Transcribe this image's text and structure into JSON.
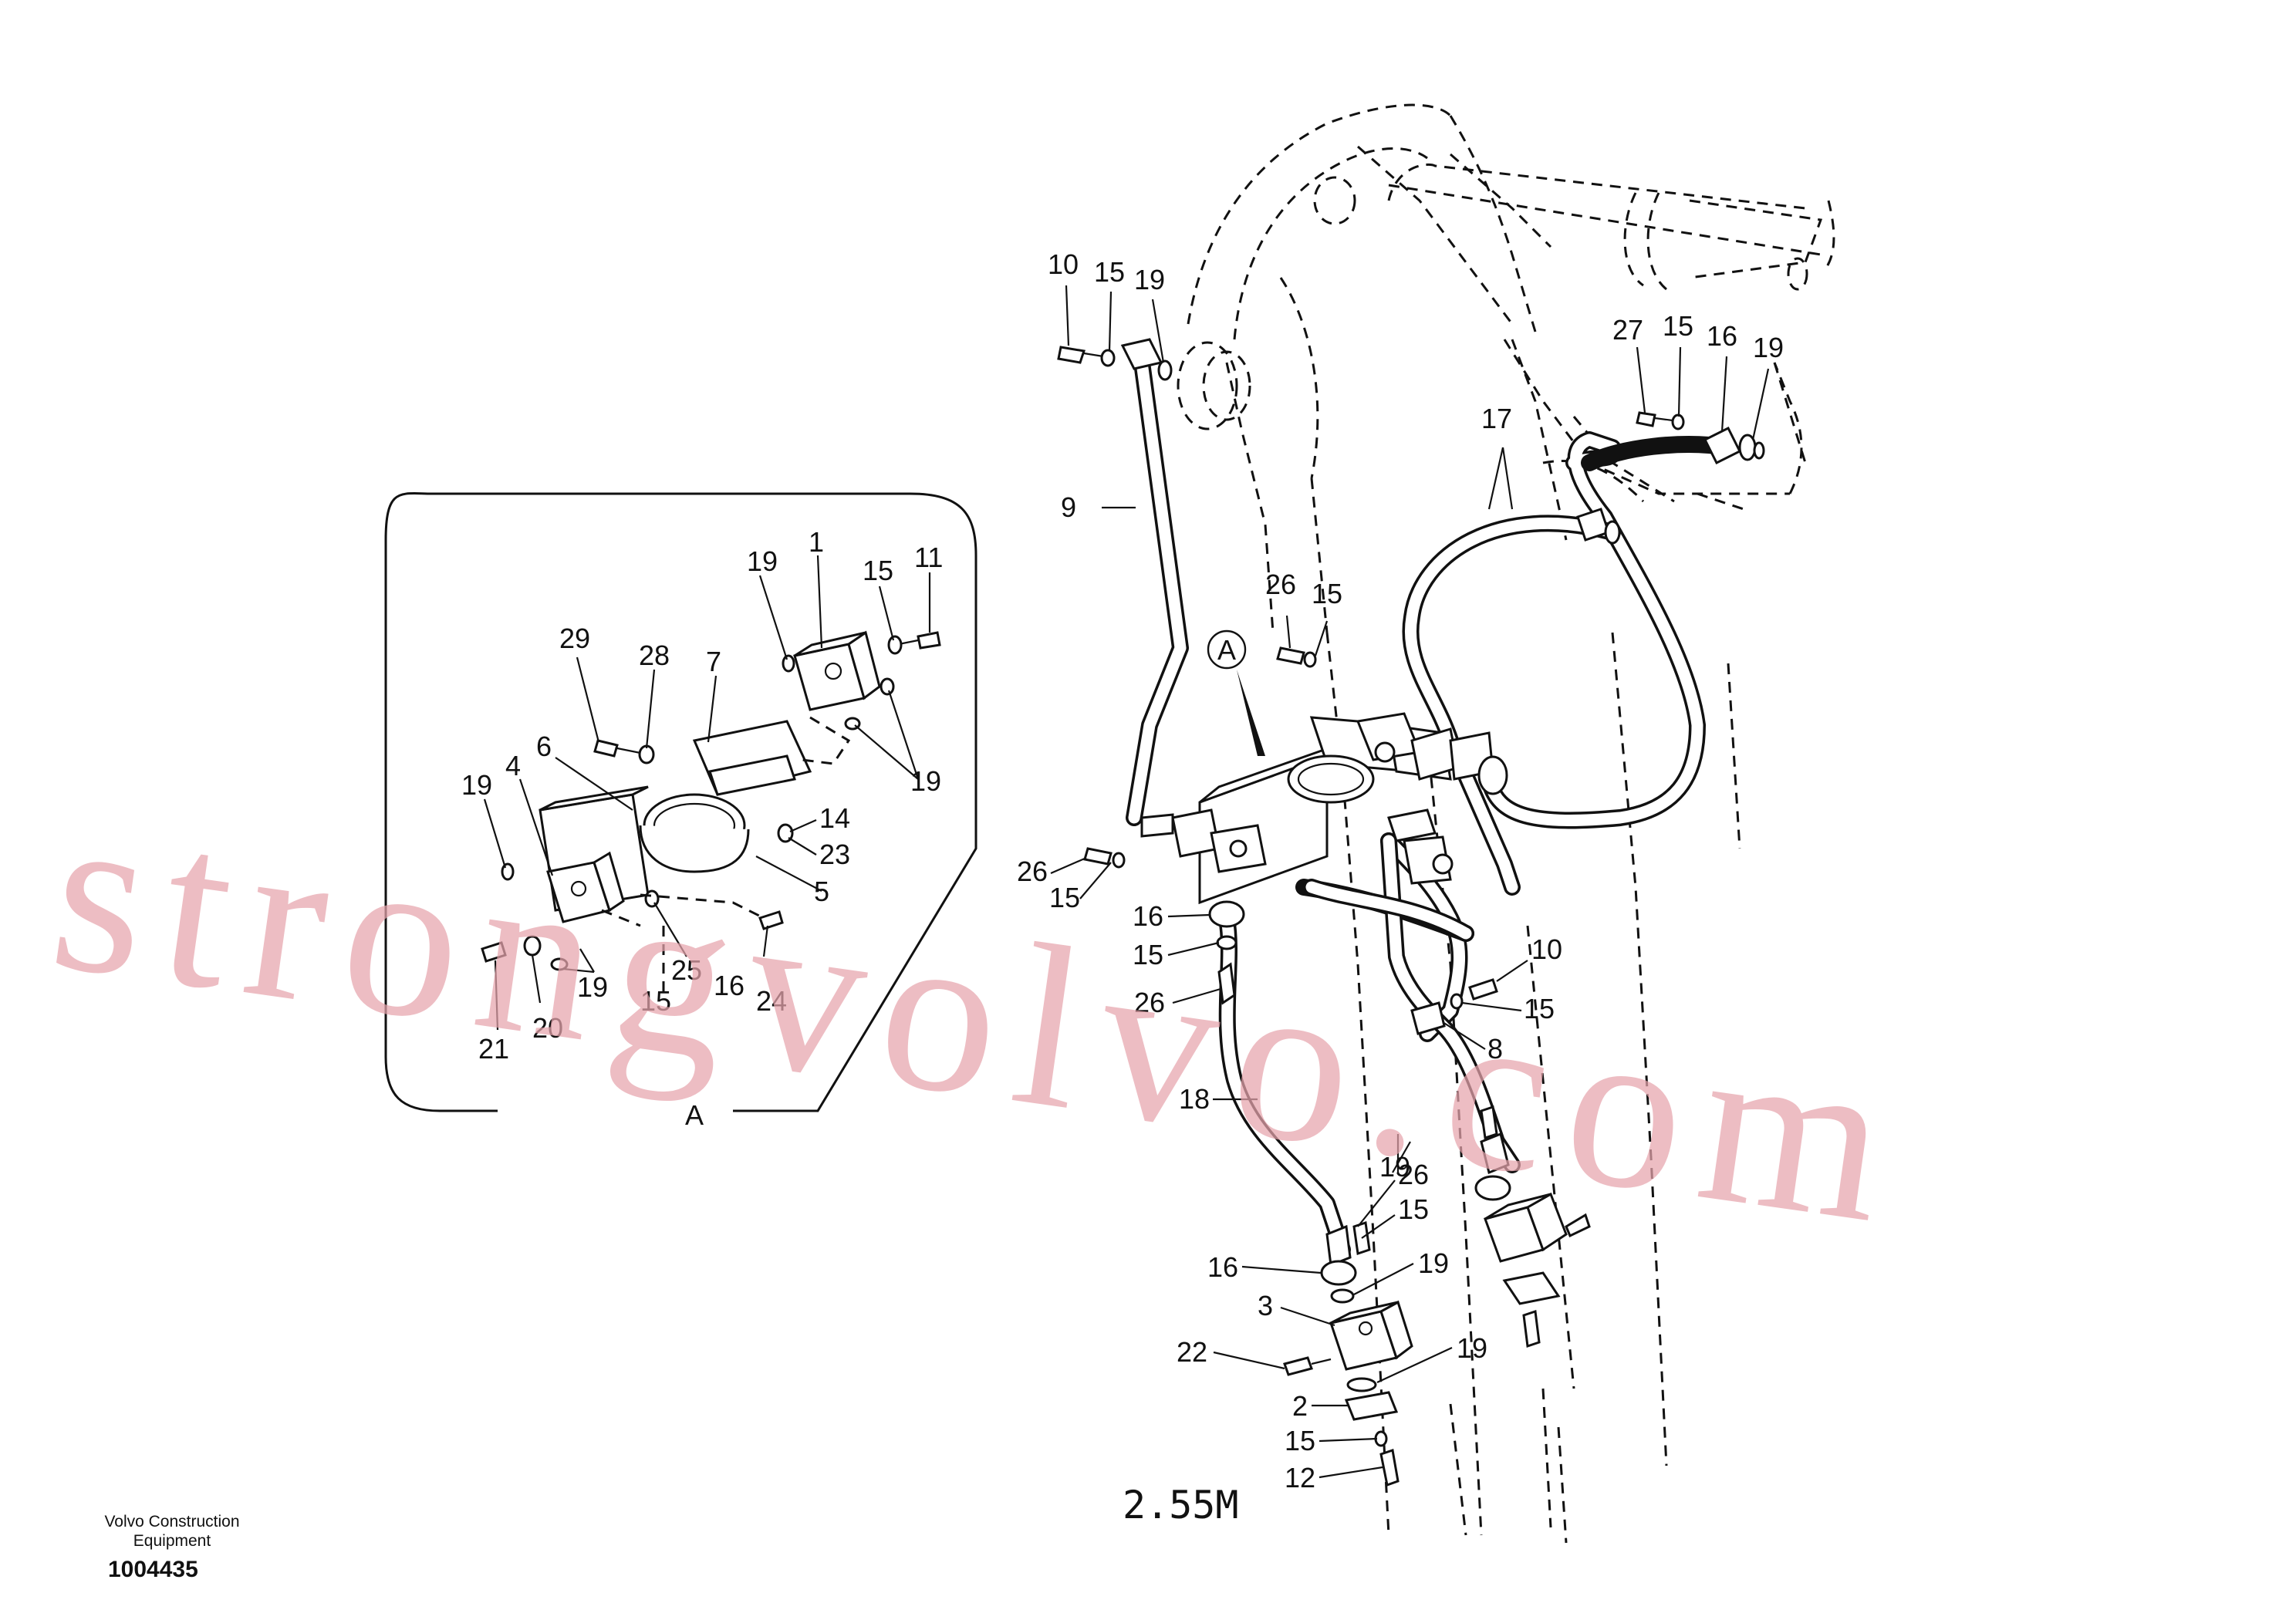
{
  "diagram": {
    "detail_label": "A",
    "callout_label": "A",
    "dimension_text": "2.55M",
    "watermark": "strongvolvo.com",
    "footer": {
      "brand_line1": "Volvo Construction",
      "brand_line2": "Equipment",
      "drawing_number": "1004435"
    },
    "part_labels": [
      "10",
      "15",
      "19",
      "9",
      "27",
      "15",
      "16",
      "19",
      "17",
      "26",
      "15",
      "26",
      "15",
      "16",
      "15",
      "26",
      "10",
      "15",
      "8",
      "18",
      "19",
      "26",
      "15",
      "16",
      "19",
      "3",
      "22",
      "19",
      "2",
      "15",
      "12",
      "19",
      "1",
      "15",
      "11",
      "29",
      "28",
      "7",
      "19",
      "6",
      "14",
      "23",
      "19",
      "4",
      "5",
      "25",
      "15",
      "16",
      "24",
      "20",
      "21",
      "19"
    ]
  }
}
